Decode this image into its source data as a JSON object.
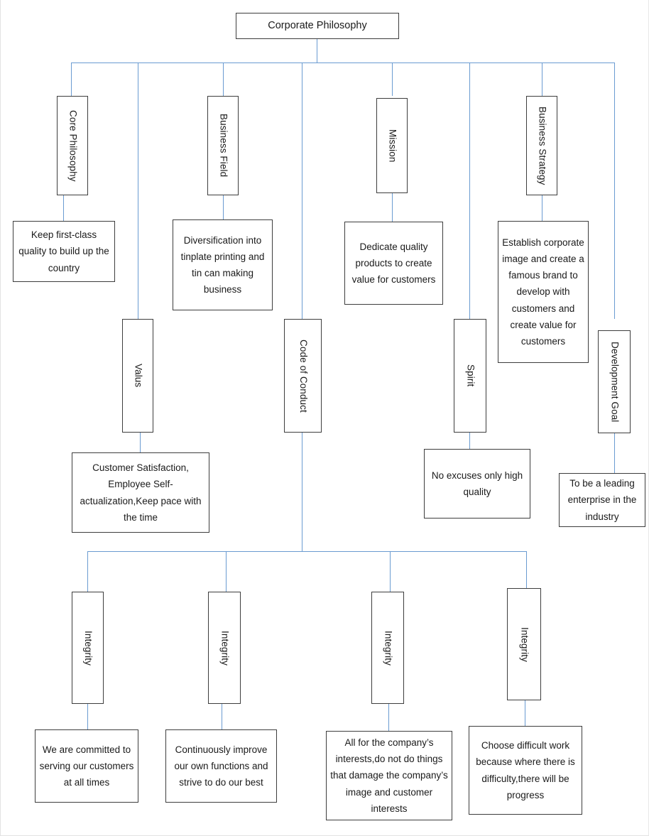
{
  "diagram": {
    "type": "tree",
    "title": "Corporate Philosophy",
    "root": {
      "label": "Corporate Philosophy"
    },
    "level2": [
      {
        "label": "Core Philosophy"
      },
      {
        "label": "Valus"
      },
      {
        "label": "Business Field"
      },
      {
        "label": "Code of Conduct"
      },
      {
        "label": "Mission"
      },
      {
        "label": "Spirit"
      },
      {
        "label": "Business Strategy"
      },
      {
        "label": "Development Goal"
      }
    ],
    "level3": [
      {
        "label": "Keep first-class quality to build up the country"
      },
      {
        "label": "Diversification into tinplate printing and tin can making business"
      },
      {
        "label": "Dedicate quality products to create value for customers"
      },
      {
        "label": "Establish corporate image and create a famous brand to develop with customers and create value for customers"
      },
      {
        "label": "Customer Satisfaction, Employee Self-actualization,Keep pace with the time"
      },
      {
        "label": "No excuses only high quality"
      },
      {
        "label": "To be a leading enterprise in the industry"
      }
    ],
    "conduct_children": [
      {
        "label": "Integrity"
      },
      {
        "label": "Integrity"
      },
      {
        "label": "Integrity"
      },
      {
        "label": "Integrity"
      }
    ],
    "conduct_leaves": [
      {
        "label": "We are committed to serving our customers at all times"
      },
      {
        "label": "Continuously improve our own functions and strive to do our best"
      },
      {
        "label": "All for the company’s interests,do not do things that damage the company’s image and customer interests"
      },
      {
        "label": "Choose difficult work because where there is difficulty,there will be progress"
      }
    ],
    "colors": {
      "connector": "#6a9bd1",
      "box_border": "#3d3d3d",
      "box_fill": "#ffffff",
      "text": "#1a1a1a",
      "page_background": "#ffffff"
    }
  }
}
